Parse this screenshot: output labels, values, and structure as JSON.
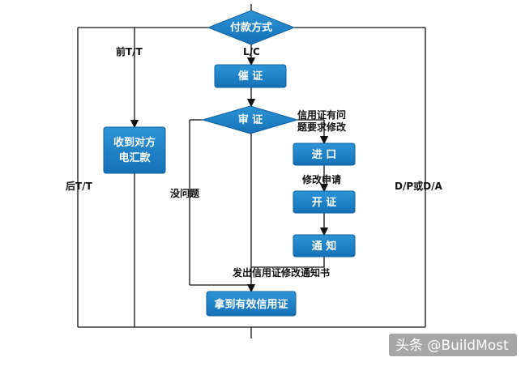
{
  "nodes": {
    "payment_method": "付款方式",
    "urge_lc": "催 证",
    "review_lc": "审 证",
    "receive_remit": [
      "收到对方",
      "电汇款"
    ],
    "import": "进 口",
    "issue": "开 证",
    "notify": "通 知",
    "receive_valid_lc": "拿到有效信用证"
  },
  "labels": {
    "advance_tt": "前T/T",
    "lc": "L/C",
    "problem": [
      "信用证有问",
      "题要求修改"
    ],
    "amend_apply": "修改申请",
    "no_problem": "没问题",
    "send_amend_notice": "发出信用证修改通知书",
    "after_tt": "后T/T",
    "dp_da": "D/P或D/A"
  },
  "watermark": "头条 @BuildMost",
  "colors": {
    "node_fill": "#1f86c8",
    "node_stroke": "#0f5f9c",
    "text_on_node": "#ffffff",
    "line": "#111111",
    "background": "#ffffff"
  }
}
